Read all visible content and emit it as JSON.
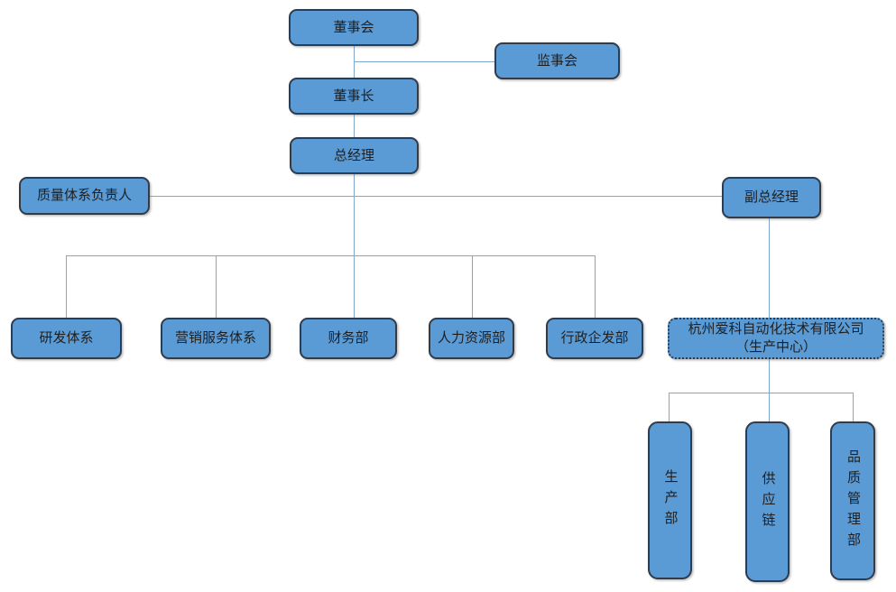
{
  "diagram": {
    "type": "org-chart",
    "language": "zh-CN",
    "colors": {
      "canvas_bg": "#ffffff",
      "node_fill": "#5b9bd5",
      "node_border": "#2f3c4e",
      "connector": "#7fa8cc",
      "text": "#1f1f1f"
    },
    "nodes": {
      "board": {
        "label": "董事会"
      },
      "supervisory_board": {
        "label": "监事会"
      },
      "chairman": {
        "label": "董事长"
      },
      "general_manager": {
        "label": "总经理"
      },
      "quality_system_leader": {
        "label": "质量体系负责人"
      },
      "deputy_general_manager": {
        "label": "副总经理"
      },
      "rd_system": {
        "label": "研发体系"
      },
      "marketing_service_system": {
        "label": "营销服务体系"
      },
      "finance_dept": {
        "label": "财务部"
      },
      "hr_dept": {
        "label": "人力资源部"
      },
      "admin_dept": {
        "label": "行政企发部"
      },
      "production_center": {
        "label": "杭州爱科自动化技术有限公司\n（生产中心）"
      },
      "production_dept": {
        "label": "生产部"
      },
      "supply_chain": {
        "label": "供应链"
      },
      "quality_management_dept": {
        "label": "品质管理部"
      }
    },
    "edges": [
      {
        "from": "board",
        "to": "supervisory_board"
      },
      {
        "from": "board",
        "to": "chairman"
      },
      {
        "from": "chairman",
        "to": "general_manager"
      },
      {
        "from": "general_manager",
        "to": "quality_system_leader"
      },
      {
        "from": "general_manager",
        "to": "deputy_general_manager"
      },
      {
        "from": "general_manager",
        "to": "rd_system"
      },
      {
        "from": "general_manager",
        "to": "marketing_service_system"
      },
      {
        "from": "general_manager",
        "to": "finance_dept"
      },
      {
        "from": "general_manager",
        "to": "hr_dept"
      },
      {
        "from": "general_manager",
        "to": "admin_dept"
      },
      {
        "from": "deputy_general_manager",
        "to": "production_center"
      },
      {
        "from": "production_center",
        "to": "production_dept"
      },
      {
        "from": "production_center",
        "to": "supply_chain"
      },
      {
        "from": "production_center",
        "to": "quality_management_dept"
      }
    ]
  }
}
